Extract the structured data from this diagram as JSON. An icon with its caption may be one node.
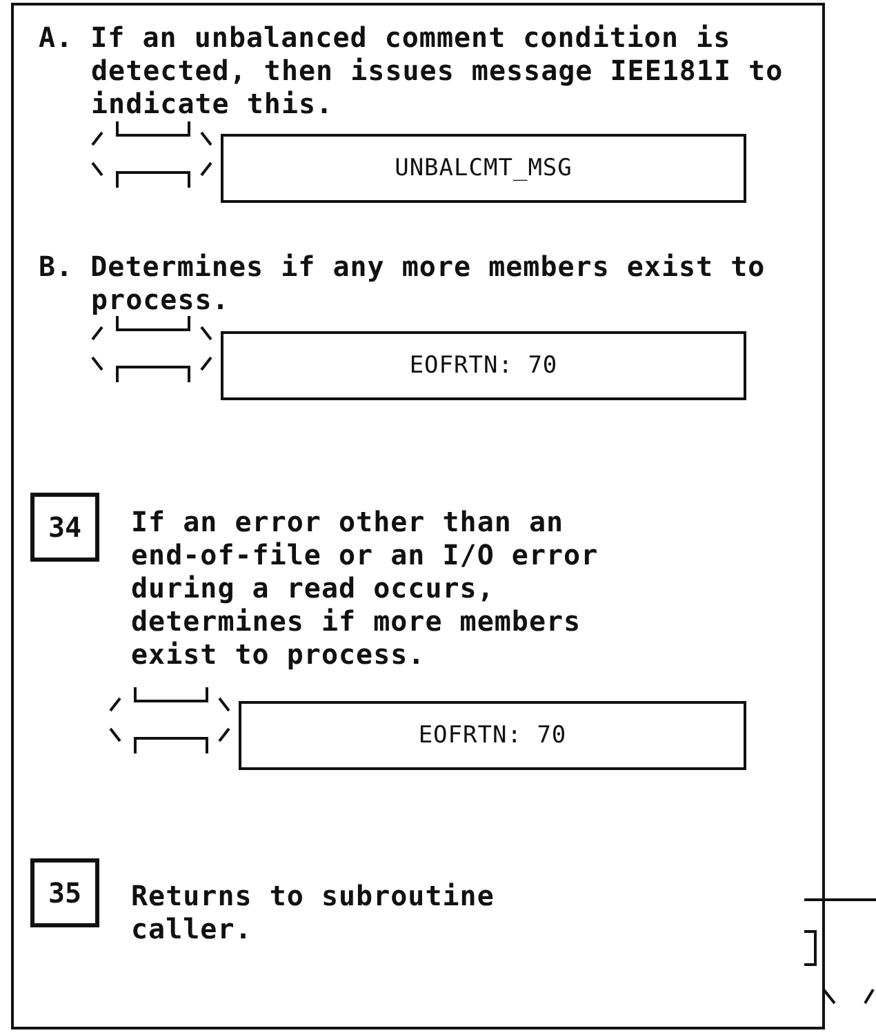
{
  "diagram": {
    "nodes": [
      {
        "text": [],
        "shape": "box"
      },
      {
        "text": [
          "UNBALCMT_MSG"
        ],
        "in": 0
      },
      {
        "text": [
          "EOFRTN: 70"
        ],
        "in": 0
      },
      {
        "text": [
          "34"
        ],
        "in": 0,
        "beside": [
          "If an error other than an end-of-file or an I/O error during a read occurs, determines if more members exist to process."
        ]
      },
      {
        "text": [
          "EOFRTN: 70"
        ],
        "in": 0
      },
      {
        "text": [
          "35"
        ],
        "in": 0,
        "beside": [
          "Returns to subroutine caller."
        ]
      }
    ],
    "labels": [
      "A. If an unbalanced comment condition is detected, then issues message IEE181I to indicate this.",
      "B. Determines if any more members exist to process."
    ]
  }
}
